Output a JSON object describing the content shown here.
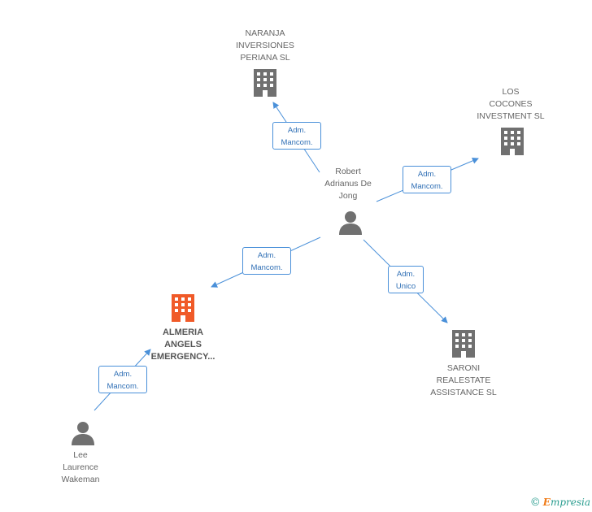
{
  "nodes": {
    "naranja": {
      "name": "NARANJA\nINVERSIONES\nPERIANA SL",
      "type": "company"
    },
    "cocones": {
      "name": "LOS\nCOCONES\nINVESTMENT SL",
      "type": "company"
    },
    "robert": {
      "name": "Robert\nAdrianus De\nJong",
      "type": "person"
    },
    "almeria": {
      "name": "ALMERIA\nANGELS\nEMERGENCY...",
      "type": "company",
      "highlight": true
    },
    "saroni": {
      "name": "SARONI\nREALESTATE\nASSISTANCE SL",
      "type": "company"
    },
    "lee": {
      "name": "Lee\nLaurence\nWakeman",
      "type": "person"
    }
  },
  "edges": {
    "e1": "Adm.\nMancom.",
    "e2": "Adm.\nMancom.",
    "e3": "Adm.\nMancom.",
    "e4": "Adm.\nUnico",
    "e5": "Adm.\nMancom."
  },
  "colors": {
    "company": "#707070",
    "highlight": "#f05a28",
    "person": "#707070",
    "edge": "#4a90d9"
  },
  "brand": {
    "copyright": "©",
    "name_first": "E",
    "name_rest": "mpresia"
  }
}
